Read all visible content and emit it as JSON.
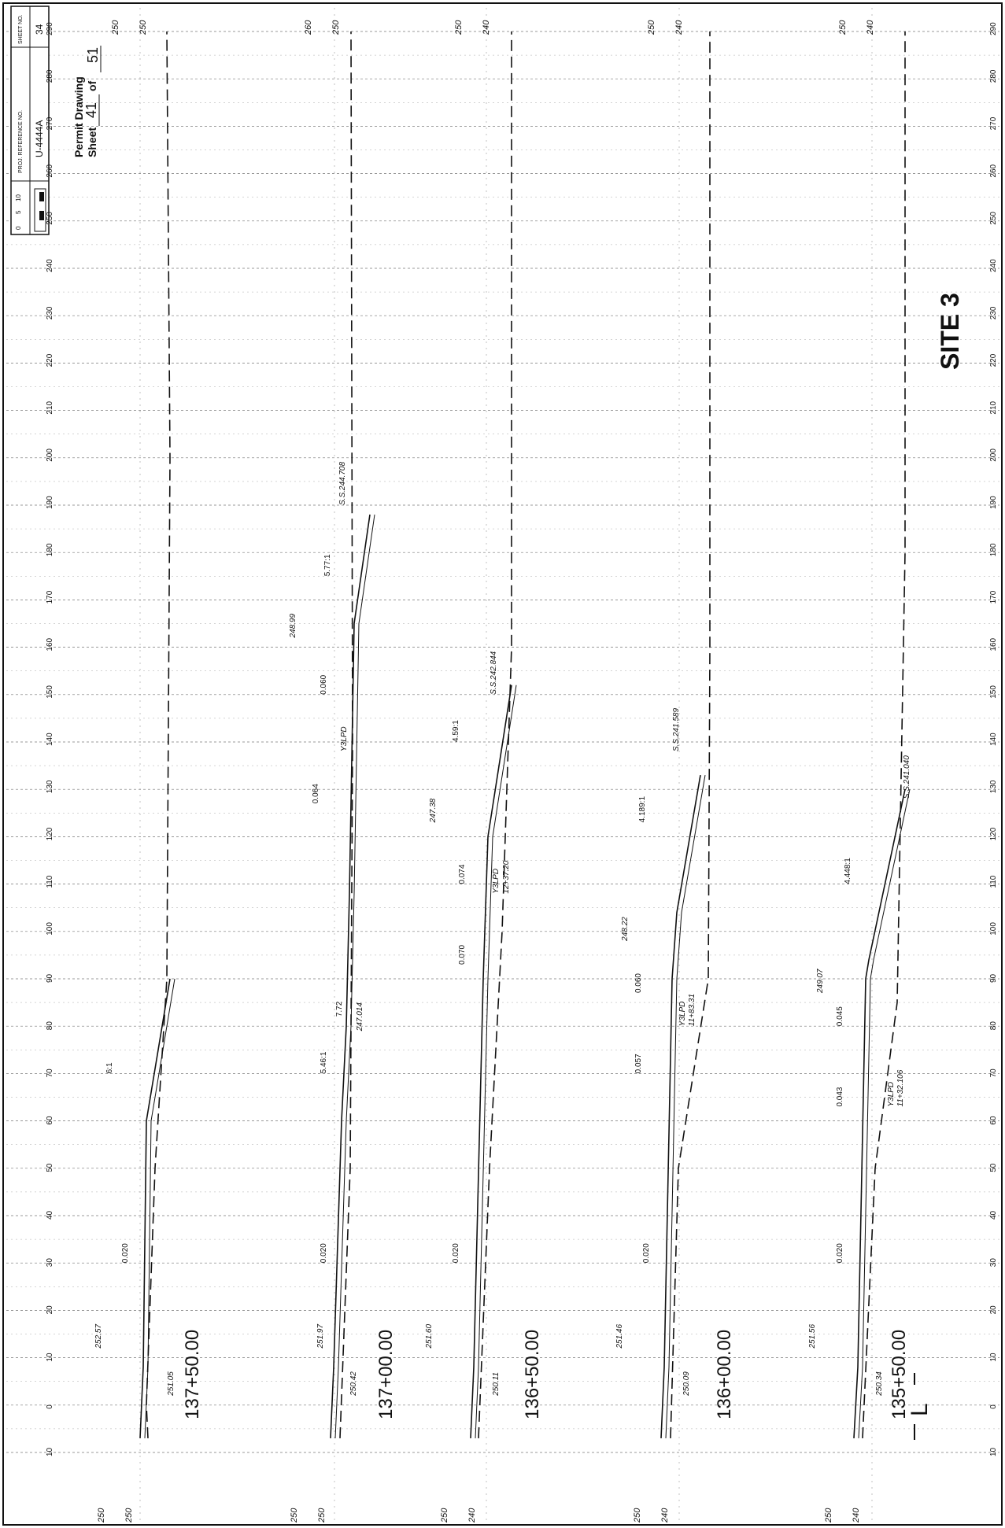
{
  "title_block": {
    "proj_ref_label": "PROJ. REFERENCE NO.",
    "proj_ref_value": "U-4444A",
    "sheet_no_label": "SHEET NO.",
    "sheet_no_value": "34",
    "permit_line1": "Permit Drawing",
    "permit_sheet_word": "Sheet",
    "permit_sheet_num": "41",
    "permit_of_word": "of",
    "permit_total": "51",
    "scale_0": "0",
    "scale_5": "5",
    "scale_10": "10"
  },
  "site_label": "SITE 3",
  "offset_labels": [
    "10",
    "0",
    "10",
    "20",
    "30",
    "40",
    "50",
    "60",
    "70",
    "80",
    "90",
    "100",
    "110",
    "120",
    "130",
    "140",
    "150",
    "160",
    "170",
    "180",
    "190",
    "200",
    "210",
    "220",
    "230",
    "240",
    "250",
    "260",
    "270",
    "280",
    "290"
  ],
  "sections": [
    {
      "station": "137+50.00",
      "elev_labels": [
        "250",
        "250"
      ],
      "top_labels": [
        "250",
        "250"
      ],
      "grades": [
        {
          "text": "0.020"
        },
        {
          "text": "6:1"
        }
      ],
      "spot_elevs": [
        {
          "text": "252.57"
        },
        {
          "text": "251.05"
        }
      ]
    },
    {
      "station": "137+00.00",
      "elev_labels": [
        "250",
        "250"
      ],
      "top_labels": [
        "260",
        "250"
      ],
      "grades": [
        {
          "text": "0.020"
        },
        {
          "text": "5.46:1"
        },
        {
          "text": "7.72"
        },
        {
          "text": "0.064"
        },
        {
          "text": "0.060"
        },
        {
          "text": "5.77:1"
        }
      ],
      "spot_elevs": [
        {
          "text": "251.97"
        },
        {
          "text": "250.42"
        },
        {
          "text": "247.014"
        },
        {
          "text": "248.99"
        },
        {
          "text": "S.S.244.708"
        },
        {
          "text": "Y3LPD"
        }
      ]
    },
    {
      "station": "136+50.00",
      "elev_labels": [
        "250",
        "240"
      ],
      "top_labels": [
        "250",
        "240"
      ],
      "grades": [
        {
          "text": "0.020"
        },
        {
          "text": "0.070"
        },
        {
          "text": "0.074"
        },
        {
          "text": "4.59:1"
        }
      ],
      "spot_elevs": [
        {
          "text": "251.60"
        },
        {
          "text": "250.11"
        },
        {
          "text": "247.38"
        },
        {
          "text": "S.S.242.844"
        },
        {
          "text": "Y3LPD"
        },
        {
          "text": "12+37.20"
        }
      ]
    },
    {
      "station": "136+00.00",
      "elev_labels": [
        "250",
        "240"
      ],
      "top_labels": [
        "250",
        "240"
      ],
      "grades": [
        {
          "text": "0.020"
        },
        {
          "text": "0.057"
        },
        {
          "text": "0.060"
        },
        {
          "text": "4.189:1"
        }
      ],
      "spot_elevs": [
        {
          "text": "251.46"
        },
        {
          "text": "250.09"
        },
        {
          "text": "248.22"
        },
        {
          "text": "S.S.241.589"
        },
        {
          "text": "Y3LPD"
        },
        {
          "text": "11+83.31"
        }
      ]
    },
    {
      "station": "135+50.00",
      "elev_labels": [
        "250",
        "240"
      ],
      "top_labels": [
        "250",
        "240"
      ],
      "grades": [
        {
          "text": "0.020"
        },
        {
          "text": "0.043"
        },
        {
          "text": "0.045"
        },
        {
          "text": "4.448:1"
        }
      ],
      "spot_elevs": [
        {
          "text": "251.56"
        },
        {
          "text": "250.34"
        },
        {
          "text": "249.07"
        },
        {
          "text": "S.S.241.040"
        },
        {
          "text": "Y3LPD"
        },
        {
          "text": "11+32.106"
        }
      ]
    }
  ],
  "left_elev_labels": [
    "250",
    "250",
    "250",
    "250",
    "250"
  ],
  "centerline_symbol": "L"
}
